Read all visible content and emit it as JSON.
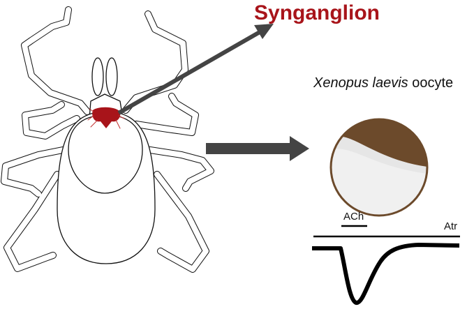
{
  "title": "Synganglion",
  "oocyte_label": {
    "species": "Xenopus laevis",
    "suffix": " oocyte"
  },
  "trace": {
    "agonist": "ACh",
    "antagonist": "Atr"
  },
  "colors": {
    "ganglion": "#a8141a",
    "title": "#a8141a",
    "oocyte_brown": "#6c4a2b",
    "arrow": "#444444"
  }
}
